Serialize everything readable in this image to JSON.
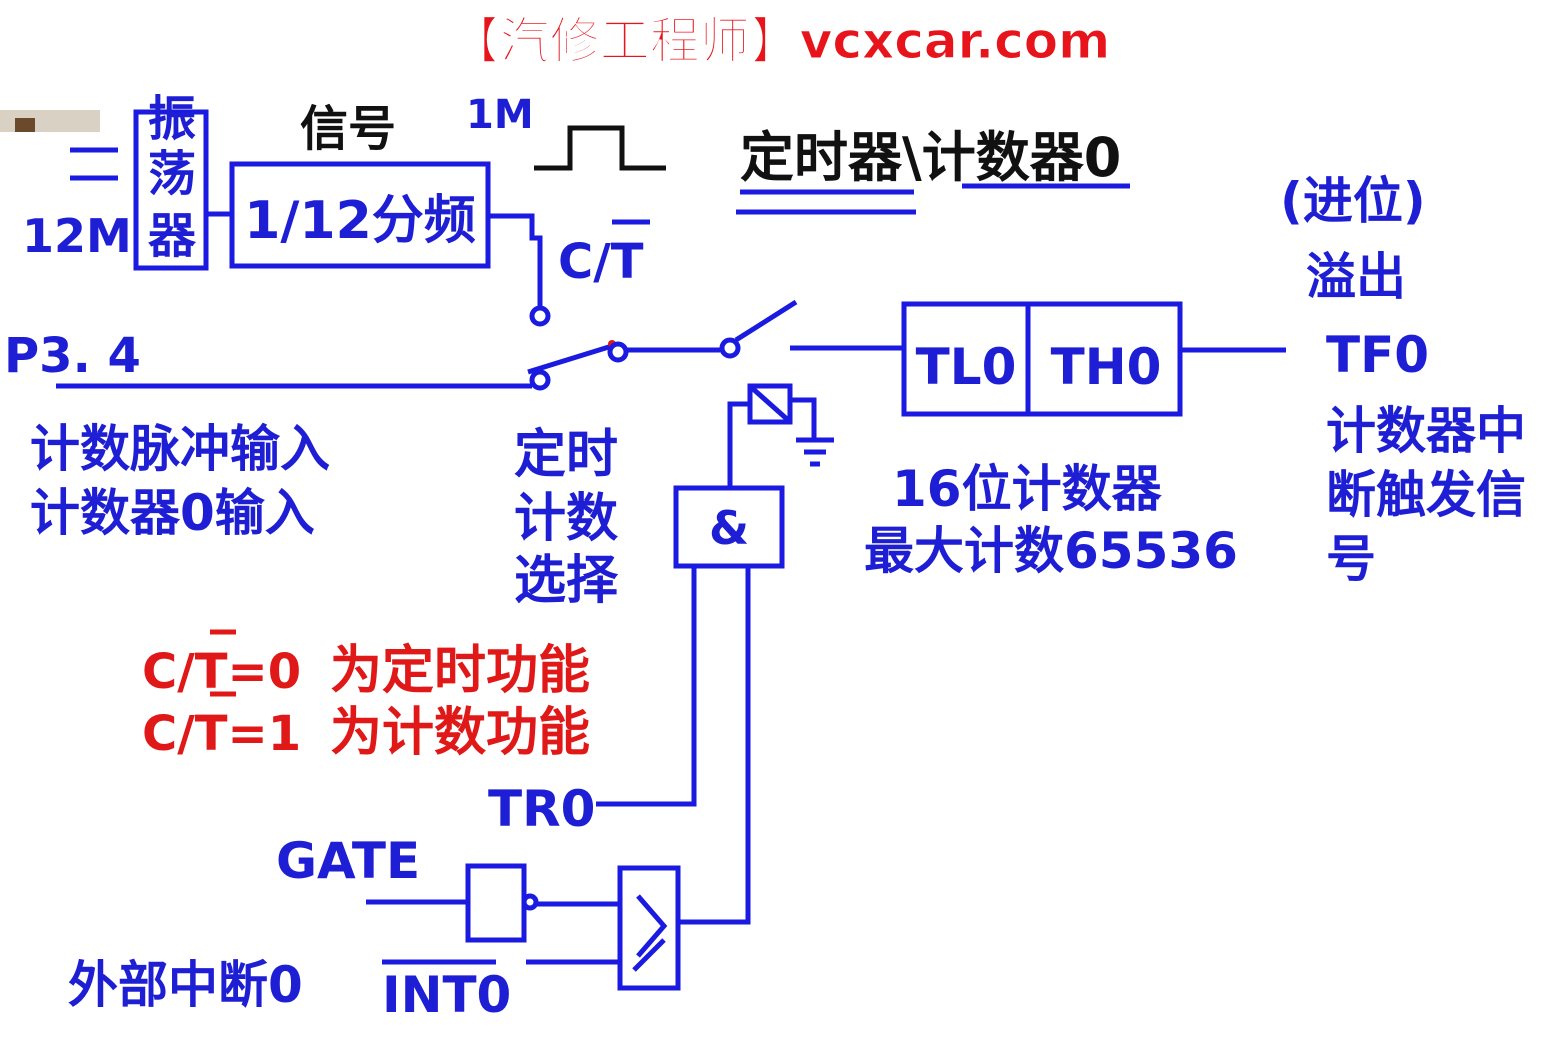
{
  "watermark": "【汽修工程师】vcxcar.com",
  "title": "定时器\\计数器0",
  "clock": {
    "crystal": "12M",
    "oscillator": [
      "振",
      "荡",
      "器"
    ],
    "top_partial_signal": "信号",
    "top_partial_freq": "1M",
    "divider": "1/12分频"
  },
  "ct_label": "C/T",
  "p34": {
    "pin": "P3. 4",
    "desc_line1": "计数脉冲输入",
    "desc_line2": "计数器0输入"
  },
  "select_label": [
    "定时",
    "计数",
    "选择"
  ],
  "counter": {
    "low": "TL0",
    "high": "TH0",
    "desc_line1": "16位计数器",
    "desc_line2": "最大计数65536"
  },
  "overflow": {
    "carry": "(进位)",
    "label": "溢出",
    "flag": "TF0",
    "desc": [
      "计数器中",
      "断触发信",
      "号"
    ]
  },
  "and_gate": "&",
  "modes": [
    {
      "cond": "C/T=0",
      "desc": "为定时功能"
    },
    {
      "cond": "C/T=1",
      "desc": "为计数功能"
    }
  ],
  "tr0": "TR0",
  "gate": "GATE",
  "int0": "INT0",
  "ext_int": "外部中断0",
  "colors": {
    "wire": "#1a1ae0",
    "text": "#1e1ed4",
    "emph": "#e01818",
    "title": "#111111"
  }
}
